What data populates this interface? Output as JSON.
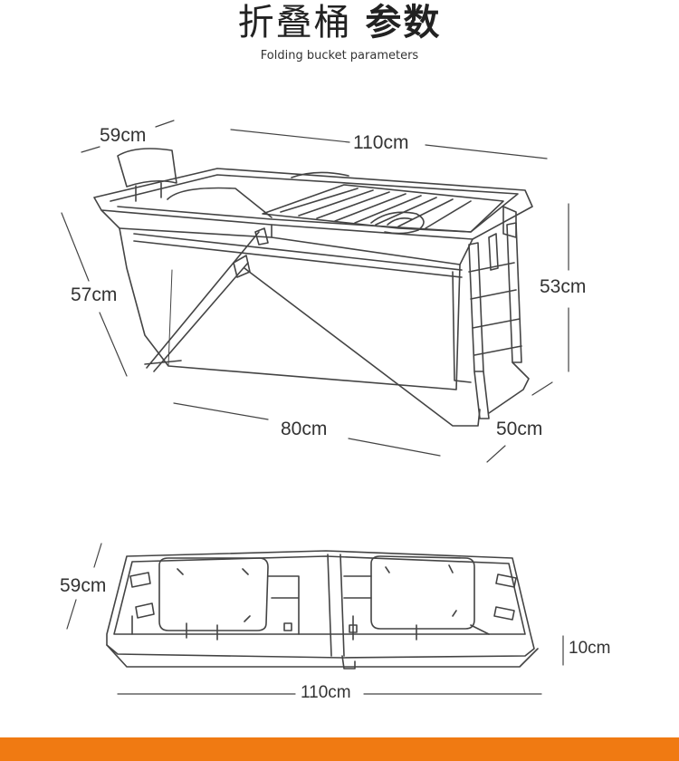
{
  "header": {
    "title_light": "折叠桶",
    "title_bold": "参数",
    "subtitle": "Folding bucket parameters"
  },
  "dimensions": {
    "upper": {
      "headrest_width": "59cm",
      "length_top": "110cm",
      "side_length": "57cm",
      "height": "53cm",
      "bottom_length": "80cm",
      "bottom_width": "50cm"
    },
    "folded": {
      "width": "59cm",
      "thickness": "10cm",
      "length": "110cm"
    }
  },
  "colors": {
    "line": "#444444",
    "accent_bar": "#f07a12"
  }
}
